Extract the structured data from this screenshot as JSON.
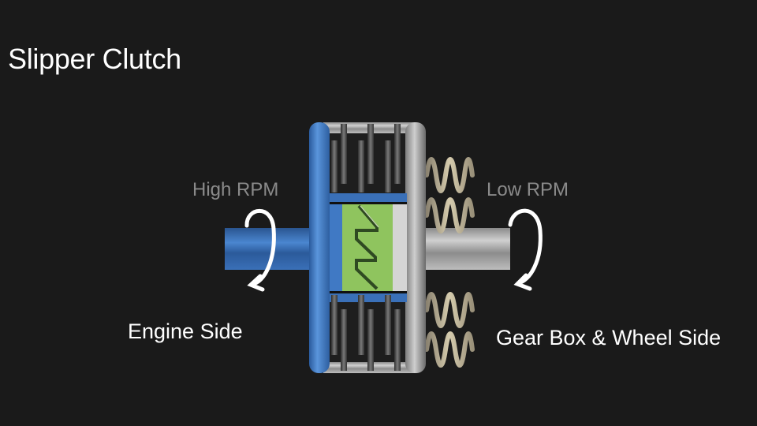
{
  "title": "Slipper Clutch",
  "labels": {
    "input_rpm": "High RPM",
    "output_rpm": "Low RPM",
    "input_side": "Engine Side",
    "output_side": "Gear Box & Wheel Side"
  },
  "components": {
    "input_shaft": {
      "name": "engine-shaft",
      "color": "#3a70b8"
    },
    "output_shaft": {
      "name": "gearbox-shaft",
      "color": "#a8a8a8"
    },
    "ramp": {
      "name": "slipper-ramp",
      "color": "#8fc45e"
    },
    "springs": {
      "name": "clutch-springs",
      "count": 4,
      "color": "#b8ad90"
    },
    "plates": {
      "name": "friction-plates",
      "top_count": 6,
      "bottom_count": 6
    },
    "rotation_arrows": [
      {
        "side": "engine",
        "icon": "rotation-arrow-icon"
      },
      {
        "side": "gearbox",
        "icon": "rotation-arrow-icon"
      }
    ]
  },
  "colors": {
    "background": "#1a1a1a",
    "title_text": "#ffffff",
    "rpm_text": "#8a8a8a",
    "housing_blue": "#3a70b8",
    "housing_grey": "#9a9a9a",
    "ramp_green": "#8fc45e"
  }
}
